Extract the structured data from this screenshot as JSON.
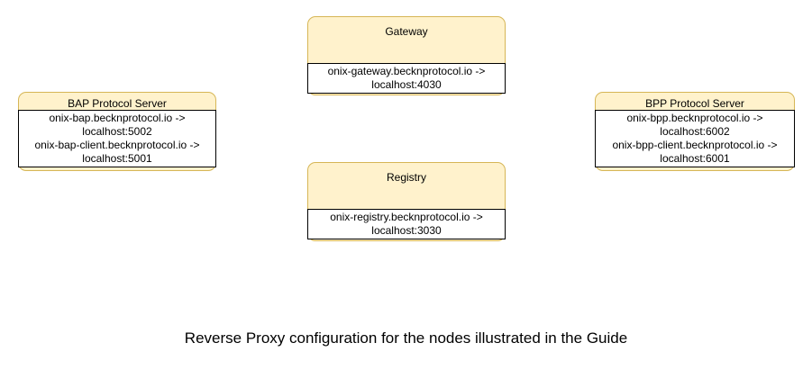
{
  "diagram": {
    "colors": {
      "node_fill": "#FFF2CC",
      "node_border": "#D6B656",
      "mapping_fill": "#FFFFFF",
      "mapping_border": "#000000",
      "text": "#000000",
      "background": "#FFFFFF"
    },
    "nodes": [
      {
        "id": "gateway",
        "title": "Gateway",
        "lines": [
          "onix-gateway.becknprotocol.io ->",
          "localhost:4030"
        ]
      },
      {
        "id": "bap-protocol-server",
        "title": "BAP Protocol Server",
        "lines": [
          "onix-bap.becknprotocol.io ->",
          "localhost:5002",
          "onix-bap-client.becknprotocol.io ->",
          "localhost:5001"
        ]
      },
      {
        "id": "bpp-protocol-server",
        "title": "BPP Protocol Server",
        "lines": [
          "onix-bpp.becknprotocol.io ->",
          "localhost:6002",
          "onix-bpp-client.becknprotocol.io ->",
          "localhost:6001"
        ]
      },
      {
        "id": "registry",
        "title": "Registry",
        "lines": [
          "onix-registry.becknprotocol.io ->",
          "localhost:3030"
        ]
      }
    ],
    "caption": "Reverse Proxy configuration for the nodes illustrated in the Guide"
  }
}
